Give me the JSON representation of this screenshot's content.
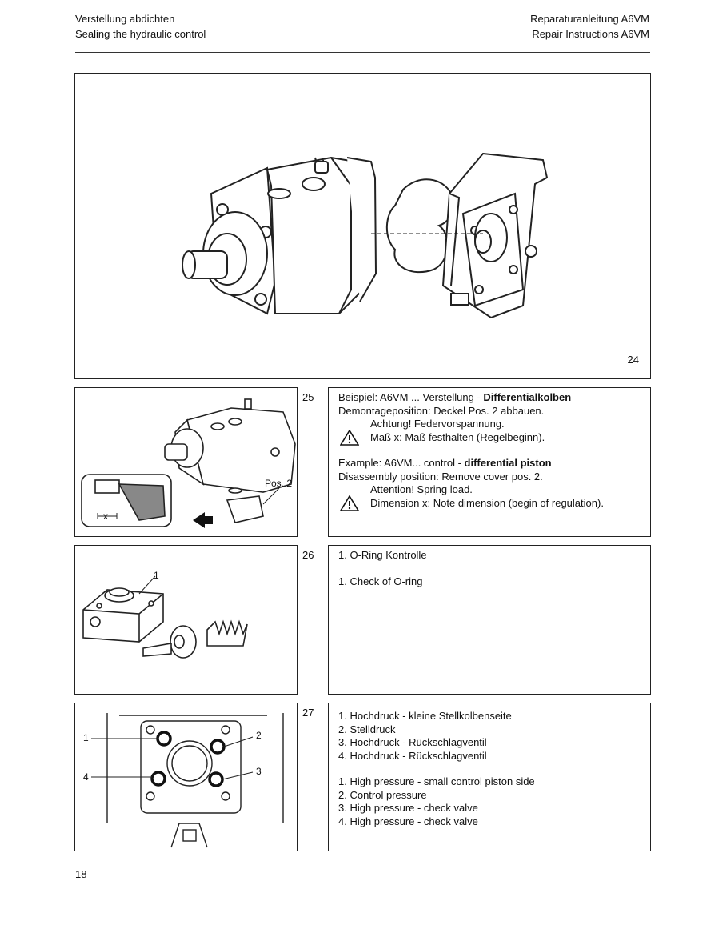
{
  "header": {
    "title_de": "Verstellung abdichten",
    "title_en": "Sealing the hydraulic control",
    "manual_de": "Reparaturanleitung A6VM",
    "manual_en": "Repair Instructions A6VM"
  },
  "figure24": {
    "number": "24"
  },
  "step25": {
    "number": "25",
    "de_line1_prefix": "Beispiel: A6VM ...  Verstellung - ",
    "de_line1_bold": "Differentialkolben",
    "de_line2": "Demontageposition: Deckel Pos. 2 abbauen.",
    "de_warn1": "Achtung! Federvorspannung.",
    "de_warn2": "Maß x: Maß festhalten (Regelbeginn).",
    "en_line1_prefix": "Example: A6VM... control - ",
    "en_line1_bold": "differential piston",
    "en_line2": "Disassembly position: Remove cover pos. 2.",
    "en_warn1": "Attention! Spring load.",
    "en_warn2": "Dimension x: Note dimension (begin of regulation).",
    "fig_label_pos": "Pos. 2",
    "fig_label_x": "x"
  },
  "step26": {
    "number": "26",
    "de": "1. O-Ring Kontrolle",
    "en": "1. Check of O-ring",
    "fig_label_1": "1"
  },
  "step27": {
    "number": "27",
    "de": [
      "1. Hochdruck - kleine Stellkolbenseite",
      "2. Stelldruck",
      "3. Hochdruck - Rückschlagventil",
      "4. Hochdruck - Rückschlagventil"
    ],
    "en": [
      "1. High pressure - small control piston side",
      "2. Control pressure",
      "3. High pressure - check valve",
      "4. High pressure - check valve"
    ],
    "fig_labels": [
      "1",
      "2",
      "3",
      "4"
    ]
  },
  "footer": {
    "page_number": "18"
  }
}
